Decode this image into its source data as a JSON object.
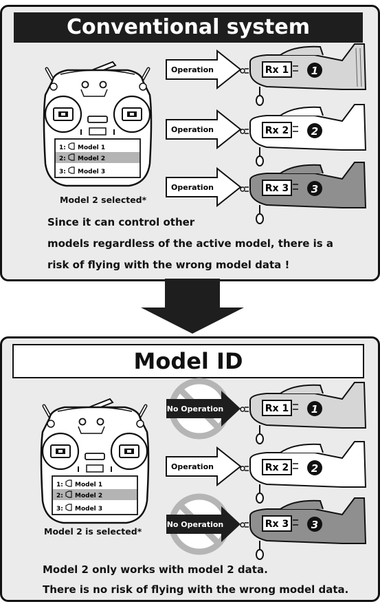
{
  "top": {
    "title": "Conventional system",
    "screen": [
      "1: ",
      "Model 1",
      "2: ",
      "Model 2",
      "3: ",
      "Model 3"
    ],
    "caption": "Model 2 selected*",
    "arrows": [
      "Operation",
      "Operation",
      "Operation"
    ],
    "receivers": [
      "Rx 1",
      "Rx 2",
      "Rx 3"
    ],
    "numbers": [
      "1",
      "2",
      "3"
    ],
    "text": [
      "Since it can control other",
      "models regardless of the active model, there is a",
      "risk of flying with the wrong model data !"
    ]
  },
  "bottom": {
    "title": "Model ID",
    "screen": [
      "1: ",
      "Model 1",
      "2: ",
      "Model 2",
      "3: ",
      "Model 3"
    ],
    "caption": "Model 2 is selected*",
    "arrows": [
      "No Operation",
      "Operation",
      "No Operation"
    ],
    "receivers": [
      "Rx 1",
      "Rx 2",
      "Rx 3"
    ],
    "numbers": [
      "1",
      "2",
      "3"
    ],
    "text": [
      "Model 2 only works with model 2 data.",
      "There is no risk of flying with the wrong model data."
    ]
  },
  "colors": {
    "plane_light": "#d6d6d6",
    "plane_white": "#ffffff",
    "plane_dark": "#8f8f8f",
    "panel_bg": "#ebebeb",
    "prohibit": "#b5b5b5"
  }
}
